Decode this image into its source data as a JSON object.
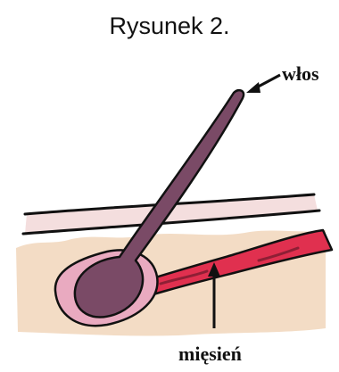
{
  "title": "Rysunek 2.",
  "labels": {
    "hair": "włos",
    "muscle": "mięsień"
  },
  "colors": {
    "skin": "#f3dcc5",
    "epidermis_band": "#f4dede",
    "hair": "#7a4a66",
    "follicle": "#e9aac0",
    "muscle": "#e0304f",
    "outline": "#111111"
  }
}
